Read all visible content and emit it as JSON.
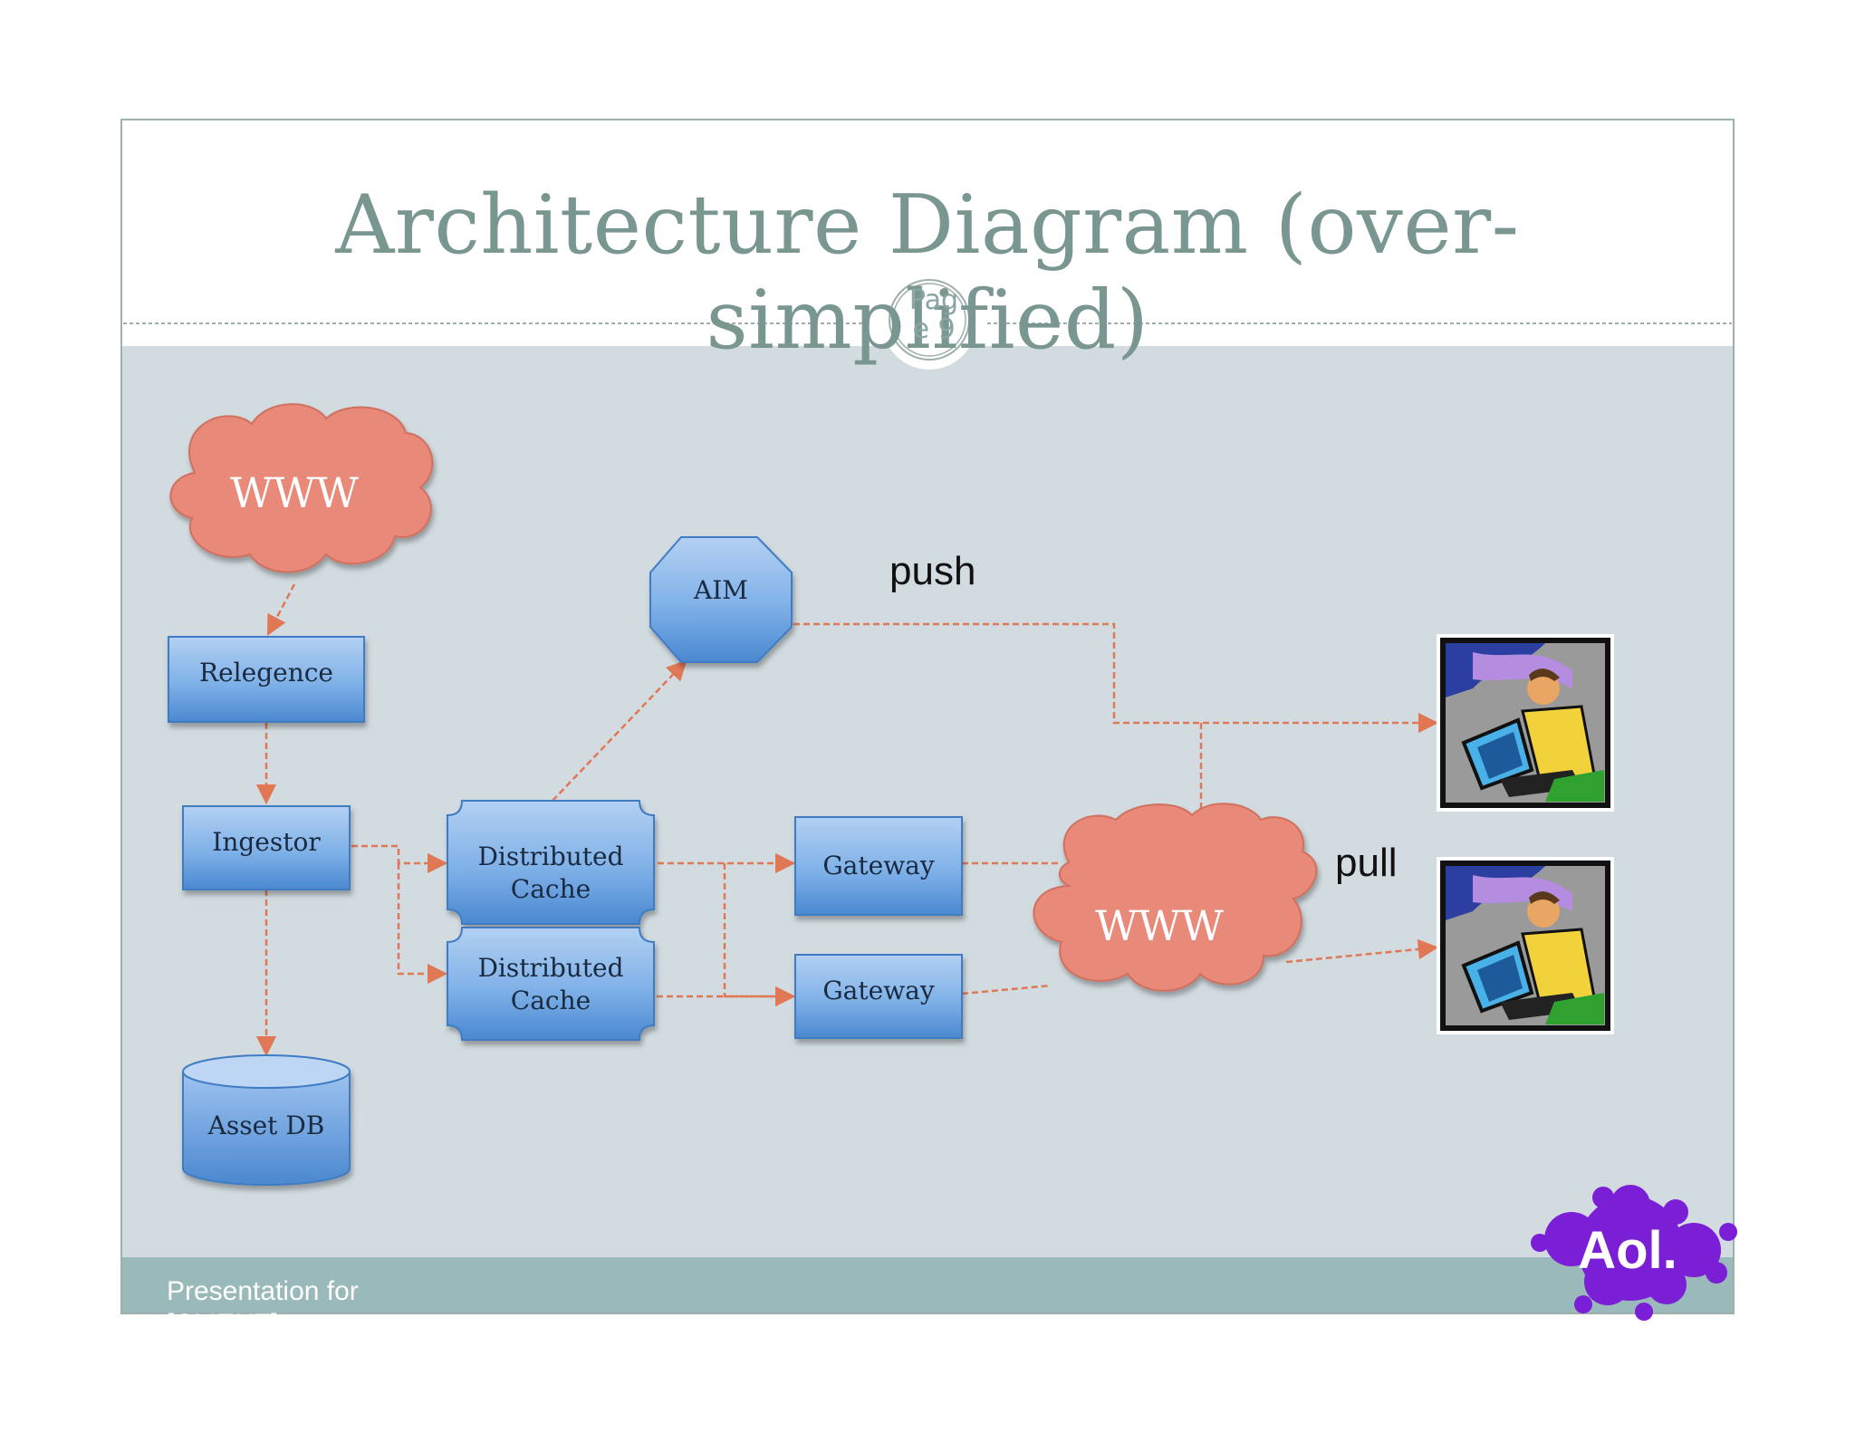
{
  "slide": {
    "title": "Architecture Diagram (over-simplified)",
    "page_number": "Pag e 9",
    "page_number_lines": [
      "Pag",
      "e 9"
    ],
    "footer": "Presentation for [CLIENT]",
    "logo": "Aol."
  },
  "diagram": {
    "nodes": {
      "www_top": "WWW",
      "relegence": "Relegence",
      "ingestor": "Ingestor",
      "asset_db": "Asset DB",
      "cache1_line1": "Distributed",
      "cache1_line2": "Cache",
      "cache2_line1": "Distributed",
      "cache2_line2": "Cache",
      "aim": "AIM",
      "gateway1": "Gateway",
      "gateway2": "Gateway",
      "www_mid": "WWW"
    },
    "labels": {
      "push": "push",
      "pull": "pull"
    },
    "icons": [
      "user-at-computer-icon",
      "user-at-computer-icon"
    ]
  },
  "colors": {
    "title": "#7a9690",
    "panel": "#d2dbe0",
    "footer_band": "#9ab9ba",
    "cloud": "#e8897a",
    "box_top": "#a8c8ee",
    "box_bottom": "#4f8fd6",
    "arrow": "#e07856",
    "logo": "#7a1fd6"
  }
}
